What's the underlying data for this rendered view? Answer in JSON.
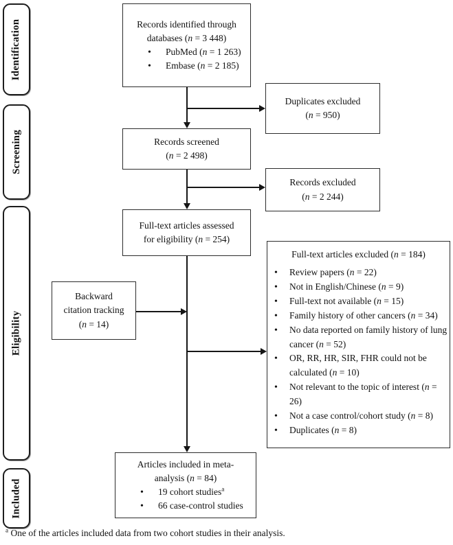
{
  "sidebar": {
    "stages": [
      {
        "label": "Identification"
      },
      {
        "label": "Screening"
      },
      {
        "label": "Eligibility"
      },
      {
        "label": "Included"
      }
    ]
  },
  "flow": {
    "records_identified": {
      "line1": "Records identified through",
      "line2": "databases (n = 3 448)",
      "bullets": [
        "PubMed (n = 1 263)",
        "Embase (n = 2 185)"
      ]
    },
    "duplicates_excluded": {
      "line1": "Duplicates excluded",
      "line2": "(n = 950)"
    },
    "records_screened": {
      "line1": "Records screened",
      "line2": "(n = 2 498)"
    },
    "records_excluded": {
      "line1": "Records excluded",
      "line2": "(n = 2 244)"
    },
    "fulltext_assessed": {
      "line1": "Full-text articles assessed",
      "line2": "for eligibility (n = 254)"
    },
    "backward_citation": {
      "line1": "Backward",
      "line2": "citation tracking",
      "line3": "(n = 14)"
    },
    "fulltext_excluded": {
      "title": "Full-text articles excluded (n = 184)",
      "bullets": [
        "Review papers (n = 22)",
        "Not in English/Chinese (n = 9)",
        "Full-text not available (n = 15)",
        "Family history of other cancers (n = 34)",
        "No data reported on family history of lung cancer (n = 52)",
        "OR, RR, HR, SIR, FHR could not be calculated (n = 10)",
        "Not relevant to the topic of interest (n = 26)",
        "Not a case control/cohort study (n = 8)",
        "Duplicates (n = 8)"
      ]
    },
    "included": {
      "line1": "Articles included in meta-",
      "line2": "analysis (n = 84)",
      "bullets": [
        "19 cohort studies^a",
        "66 case-control studies"
      ]
    }
  },
  "footnote": "^a One of the articles included data from two cohort studies in their analysis."
}
